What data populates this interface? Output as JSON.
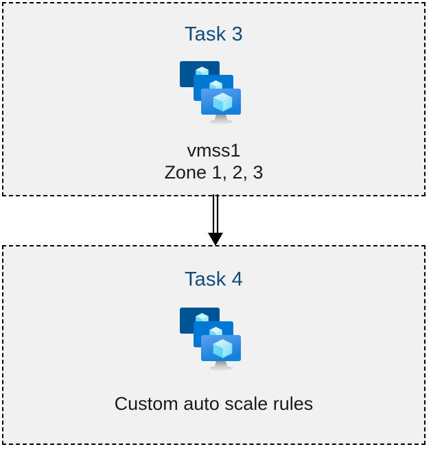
{
  "diagram": {
    "type": "flow",
    "orientation": "vertical",
    "background_color": "#ffffff",
    "box_fill_color": "#f1f1f1",
    "box_border_color": "#000000",
    "box_border_style": "dashed",
    "title_color": "#124a78",
    "caption_color": "#1a1a1a",
    "connector_color": "#000000"
  },
  "nodes": [
    {
      "id": "task3",
      "title": "Task 3",
      "icon": "virtual-machine-scale-set-icon",
      "captions": [
        "vmss1",
        "Zone 1, 2, 3"
      ]
    },
    {
      "id": "task4",
      "title": "Task 4",
      "icon": "virtual-machine-scale-set-icon",
      "captions": [
        "Custom auto scale rules"
      ]
    }
  ],
  "connector": {
    "from": "task3",
    "to": "task4",
    "style": "double-line",
    "arrowhead": "filled-triangle",
    "direction": "down"
  },
  "icon_colors": {
    "monitor_back": "#005494",
    "monitor_middle": "#0078d4",
    "monitor_front_top": "#5ea0ef",
    "monitor_front_bottom": "#1380da",
    "cube_light": "#c3f1ff",
    "cube_mid": "#9cebff",
    "cube_dark": "#50e6ff",
    "stand_gray": "#a0a2a4"
  }
}
